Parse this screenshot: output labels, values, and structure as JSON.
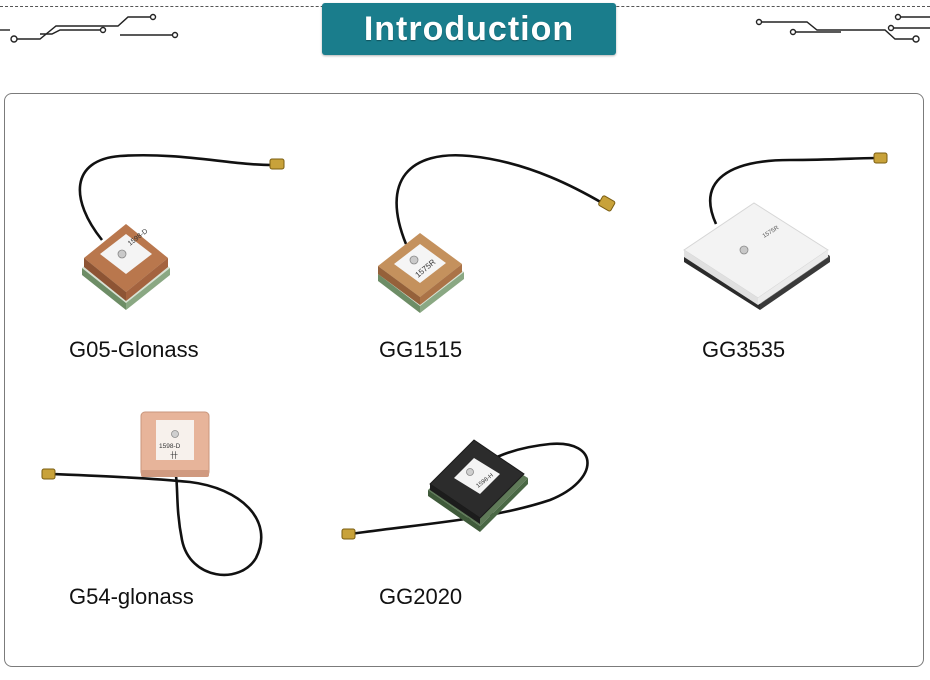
{
  "header": {
    "title": "Introduction"
  },
  "products": [
    {
      "label": "G05-Glonass",
      "marking": "1598-D"
    },
    {
      "label": "GG1515",
      "marking": "1575R"
    },
    {
      "label": "GG3535",
      "marking": "1575R"
    },
    {
      "label": "G54-glonass",
      "marking": "1598-D"
    },
    {
      "label": "GG2020",
      "marking": "1598-H"
    }
  ],
  "colors": {
    "banner": "#1a7d8c",
    "ceramic_brown": "#b9774d",
    "ceramic_tan": "#c4915d",
    "ceramic_light": "#e7b49a",
    "ceramic_white": "#f3f3f3",
    "ceramic_black": "#2c2c2c"
  }
}
